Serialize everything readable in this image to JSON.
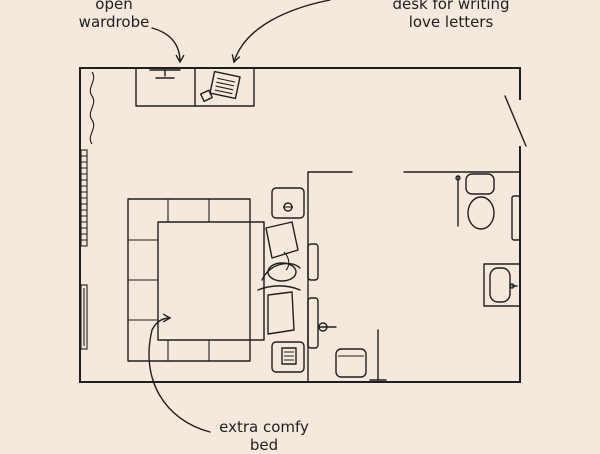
{
  "labels": {
    "wardrobe": {
      "line1": "open",
      "line2": "wardrobe"
    },
    "desk": {
      "line1": "desk for writing",
      "line2": "love letters"
    },
    "bed": {
      "line1": "extra comfy",
      "line2": "bed"
    }
  },
  "colors": {
    "background": "#f5e8dc",
    "ink": "#1f1f1f"
  }
}
